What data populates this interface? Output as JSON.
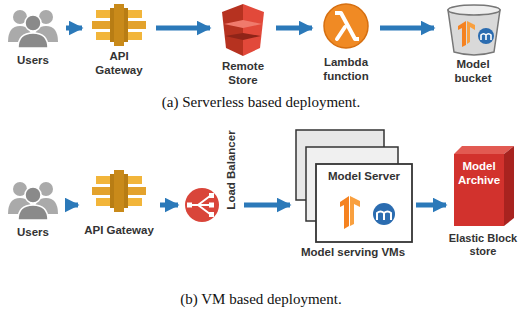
{
  "diagram": {
    "nodes": [
      {
        "text": [
          "Users"
        ]
      },
      {
        "text": [
          "API Gateway"
        ]
      },
      {
        "text": [
          "Remote Store"
        ]
      },
      {
        "text": [
          "Lambda function"
        ]
      },
      {
        "text": [
          "Model bucket"
        ]
      },
      {
        "text": [
          "Users"
        ]
      },
      {
        "text": [
          "API Gateway"
        ]
      },
      {
        "text": [
          "Load Balancer"
        ]
      },
      {
        "text": [
          "Model Server",
          "Model serving VMs"
        ]
      },
      {
        "text": [
          "Model Archive",
          "Elastic Block store"
        ]
      }
    ],
    "edges": [
      {
        "from": 0,
        "to": 1,
        "arrow": "to"
      },
      {
        "from": 1,
        "to": 2,
        "arrow": "to"
      },
      {
        "from": 2,
        "to": 3,
        "arrow": "to"
      },
      {
        "from": 3,
        "to": 4,
        "arrow": "to"
      },
      {
        "from": 5,
        "to": 6,
        "arrow": "to"
      },
      {
        "from": 6,
        "to": 7,
        "arrow": "to"
      },
      {
        "from": 7,
        "to": 8,
        "arrow": "to"
      },
      {
        "from": 8,
        "to": 9,
        "arrow": "to"
      }
    ],
    "labels": [
      "(a) Serverless based deployment.",
      "(b) VM based deployment."
    ]
  }
}
